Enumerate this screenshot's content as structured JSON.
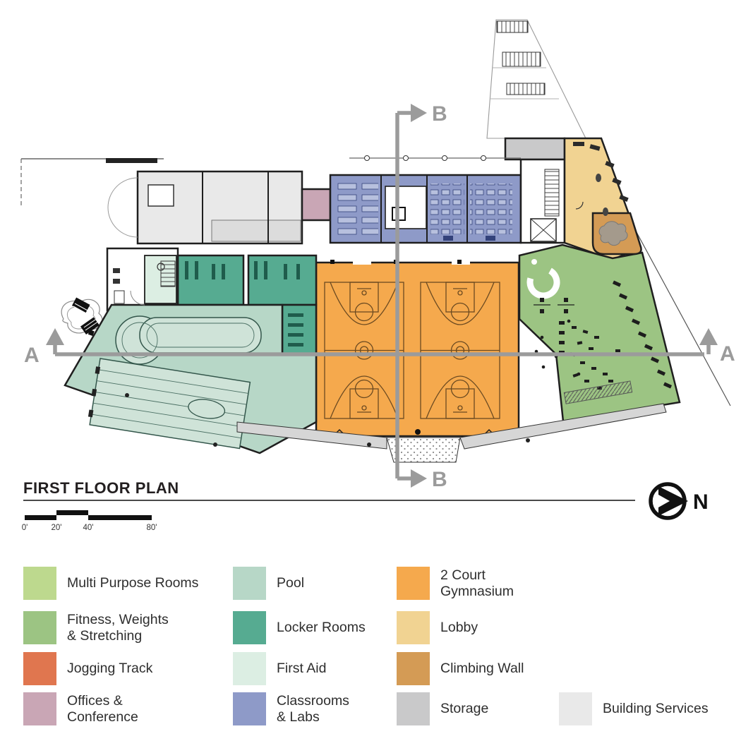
{
  "title": "FIRST FLOOR PLAN",
  "north_label": "N",
  "scale": {
    "ticks": [
      "0'",
      "20'",
      "40'",
      "80'"
    ]
  },
  "sections": {
    "a_left": "A",
    "a_right": "A",
    "b_top": "B",
    "b_bottom": "B"
  },
  "colors": {
    "multi_purpose": "#bdd98e",
    "fitness": "#9cc483",
    "jogging_track": "#e0764f",
    "offices_conference": "#c9a6b5",
    "pool": "#b7d7c7",
    "locker_rooms": "#56ab91",
    "first_aid": "#dceee3",
    "classrooms_labs": "#8e9ac8",
    "gymnasium": "#f5a94d",
    "lobby": "#f1d392",
    "climbing_wall": "#d49b55",
    "storage": "#c9c9ca",
    "building_services": "#e9e9e9",
    "section_marker": "#9b9b9b",
    "wall": "#1f1f1f",
    "court_line": "#6b4a21",
    "pool_line": "#33564b",
    "water": "#cfe3d8",
    "walkway": "#d6d6d6"
  },
  "legend": {
    "items": [
      {
        "label": "Multi Purpose Rooms",
        "color": "#bdd98e"
      },
      {
        "label": "Pool",
        "color": "#b7d7c7"
      },
      {
        "label": "2 Court\nGymnasium",
        "color": "#f5a94d"
      },
      {
        "label": "Fitness, Weights\n& Stretching",
        "color": "#9cc483"
      },
      {
        "label": "Locker Rooms",
        "color": "#56ab91"
      },
      {
        "label": "Lobby",
        "color": "#f1d392"
      },
      {
        "label": "Jogging Track",
        "color": "#e0764f"
      },
      {
        "label": "First Aid",
        "color": "#dceee3"
      },
      {
        "label": "Climbing Wall",
        "color": "#d49b55"
      },
      {
        "label": "Offices &\nConference",
        "color": "#c9a6b5"
      },
      {
        "label": "Classrooms\n& Labs",
        "color": "#8e9ac8"
      },
      {
        "label": "Storage",
        "color": "#c9c9ca"
      },
      {
        "label": "Building Services",
        "color": "#e9e9e9"
      }
    ]
  }
}
